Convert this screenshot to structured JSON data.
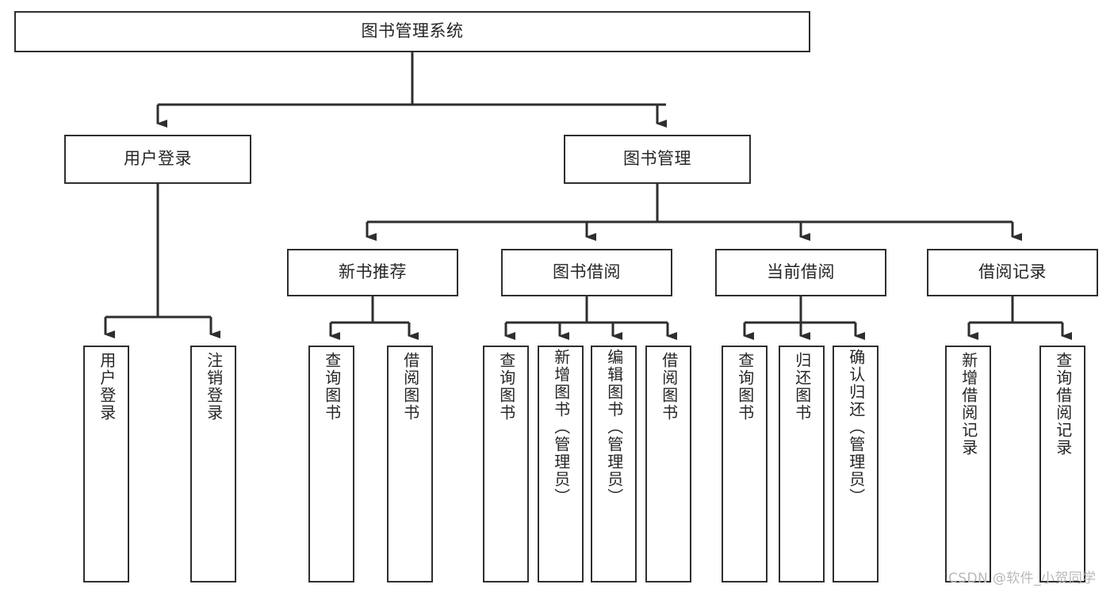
{
  "diagram": {
    "type": "tree",
    "title": "图书管理系统",
    "colors": {
      "box_border": "#2e2e2e",
      "box_fill": "#ffffff",
      "connector": "#2e2e2e",
      "background": "#ffffff",
      "watermark": "#b9b9b9"
    },
    "levels": {
      "root": {
        "label": "图书管理系统"
      },
      "level1": [
        {
          "label": "用户登录"
        },
        {
          "label": "图书管理"
        }
      ],
      "level2": [
        {
          "label": "新书推荐"
        },
        {
          "label": "图书借阅"
        },
        {
          "label": "当前借阅"
        },
        {
          "label": "借阅记录"
        }
      ],
      "leaves": {
        "user_login": [
          {
            "label": "用户登录"
          },
          {
            "label": "注销登录"
          }
        ],
        "new_book_recommend": [
          {
            "label": "查询图书"
          },
          {
            "label": "借阅图书"
          }
        ],
        "book_borrow": [
          {
            "label": "查询图书"
          },
          {
            "label": "新增图书（管理员）"
          },
          {
            "label": "编辑图书（管理员）"
          },
          {
            "label": "借阅图书"
          }
        ],
        "current_borrow": [
          {
            "label": "查询图书"
          },
          {
            "label": "归还图书"
          },
          {
            "label": "确认归还（管理员）"
          }
        ],
        "borrow_record": [
          {
            "label": "新增借阅记录"
          },
          {
            "label": "查询借阅记录"
          }
        ]
      }
    },
    "watermark": "CSDN @软件_小贺同学"
  }
}
